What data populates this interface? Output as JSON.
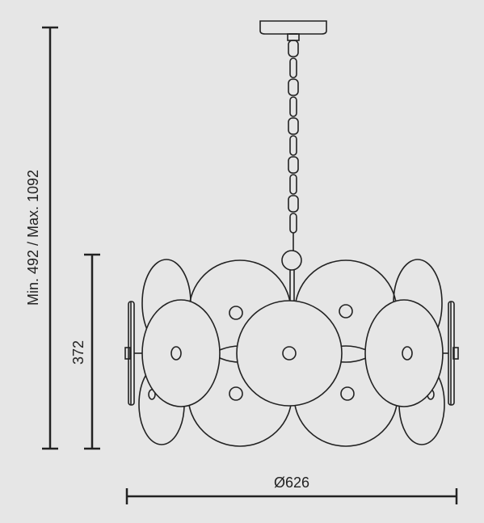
{
  "labels": {
    "total_height": "Min. 492 / Max. 1092",
    "shade_height": "372",
    "diameter": "Ø626"
  },
  "colors": {
    "background": "#e6e6e6",
    "line": "#222222"
  }
}
